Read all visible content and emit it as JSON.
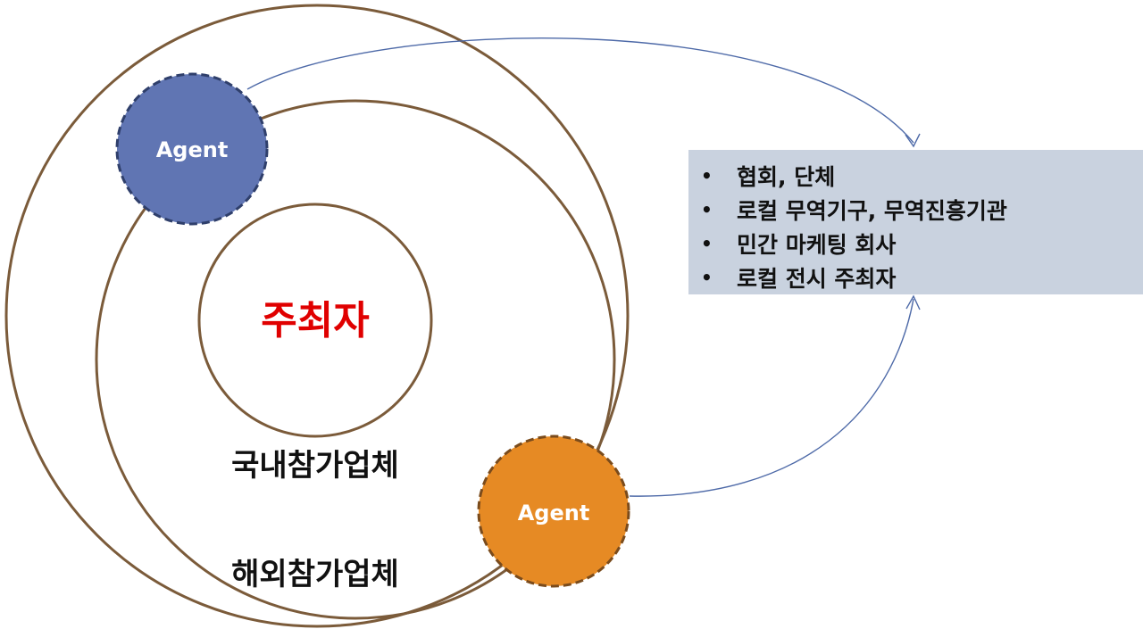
{
  "diagram": {
    "core_label": "주최자",
    "middle_ring_label": "국내참가업체",
    "outer_ring_label": "해외참가업체",
    "agents": [
      {
        "label": "Agent",
        "color": "#6075b3",
        "border": "#2f3f6b"
      },
      {
        "label": "Agent",
        "color": "#e68a24",
        "border": "#7a4b1c"
      }
    ],
    "info_box": {
      "background": "#c9d2df",
      "bullet": "•",
      "items": [
        {
          "text": "협회, 단체"
        },
        {
          "text": "로컬 무역기구, 무역진흥기관"
        },
        {
          "text": "민간 마케팅 회사"
        },
        {
          "text": "로컬 전시 주최자"
        }
      ]
    },
    "colors": {
      "ring": "#7b5b3a",
      "core_label": "#e00000",
      "connector": "#4e6aa8"
    }
  }
}
